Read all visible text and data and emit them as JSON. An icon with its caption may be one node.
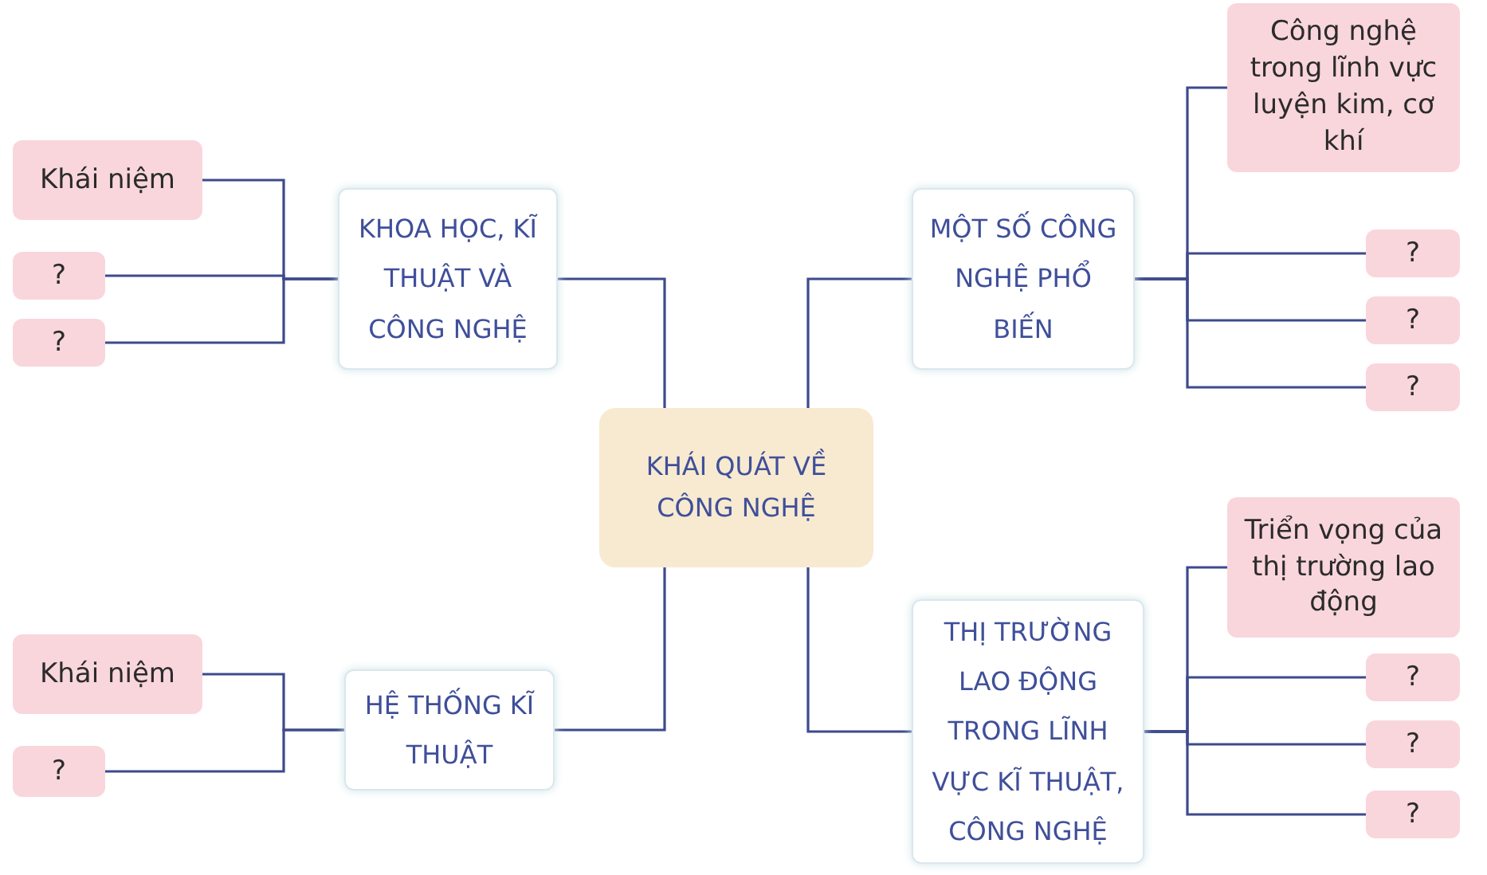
{
  "diagram": {
    "nodes": [
      {
        "text": [
          "KHÁI QUÁT VỀ CÔNG NGHỆ"
        ]
      },
      {
        "text": [
          "KHOA HỌC, KĨ THUẬT VÀ CÔNG NGHỆ"
        ]
      },
      {
        "text": [
          "Khái niệm"
        ]
      },
      {
        "text": [
          "?"
        ]
      },
      {
        "text": [
          "?"
        ]
      },
      {
        "text": [
          "MỘT SỐ CÔNG NGHỆ PHỔ BIẾN"
        ]
      },
      {
        "text": [
          "Công nghệ trong lĩnh vực luyện kim, cơ khí"
        ]
      },
      {
        "text": [
          "?"
        ]
      },
      {
        "text": [
          "?"
        ]
      },
      {
        "text": [
          "?"
        ]
      },
      {
        "text": [
          "HỆ THỐNG KĨ THUẬT"
        ]
      },
      {
        "text": [
          "Khái niệm"
        ]
      },
      {
        "text": [
          "?"
        ]
      },
      {
        "text": [
          "THỊ TRƯỜNG LAO ĐỘNG TRONG LĨNH VỰC KĨ THUẬT, CÔNG NGHỆ"
        ]
      },
      {
        "text": [
          "Triển vọng của thị trường lao động"
        ]
      },
      {
        "text": [
          "?"
        ]
      },
      {
        "text": [
          "?"
        ]
      },
      {
        "text": [
          "?"
        ]
      }
    ],
    "edges": [
      {
        "from": 0,
        "to": 1,
        "arrow": "none"
      },
      {
        "from": 0,
        "to": 5,
        "arrow": "none"
      },
      {
        "from": 0,
        "to": 10,
        "arrow": "none"
      },
      {
        "from": 0,
        "to": 13,
        "arrow": "none"
      },
      {
        "from": 1,
        "to": 2,
        "arrow": "none"
      },
      {
        "from": 1,
        "to": 3,
        "arrow": "none"
      },
      {
        "from": 1,
        "to": 4,
        "arrow": "none"
      },
      {
        "from": 5,
        "to": 6,
        "arrow": "none"
      },
      {
        "from": 5,
        "to": 7,
        "arrow": "none"
      },
      {
        "from": 5,
        "to": 8,
        "arrow": "none"
      },
      {
        "from": 5,
        "to": 9,
        "arrow": "none"
      },
      {
        "from": 10,
        "to": 11,
        "arrow": "none"
      },
      {
        "from": 10,
        "to": 12,
        "arrow": "none"
      },
      {
        "from": 13,
        "to": 14,
        "arrow": "none"
      },
      {
        "from": 13,
        "to": 15,
        "arrow": "none"
      },
      {
        "from": 13,
        "to": 16,
        "arrow": "none"
      },
      {
        "from": 13,
        "to": 17,
        "arrow": "none"
      }
    ]
  }
}
